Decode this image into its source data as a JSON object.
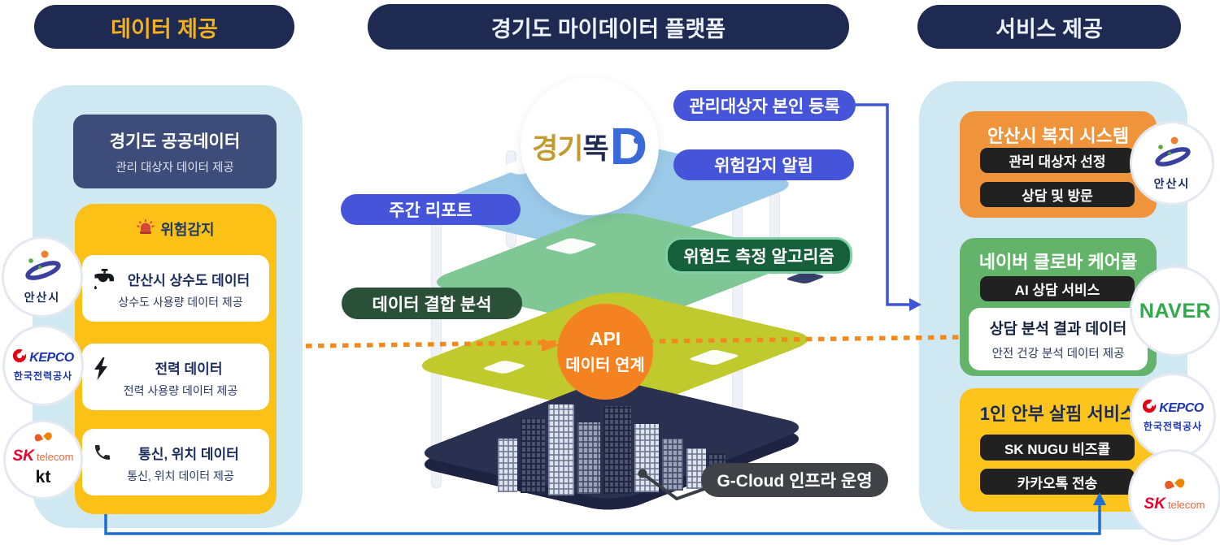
{
  "headers": {
    "left": "데이터 제공",
    "center": "경기도 마이데이터 플랫폼",
    "right": "서비스 제공"
  },
  "left_panel": {
    "public_box": {
      "title": "경기도 공공데이터",
      "subtitle": "관리 대상자 데이터 제공"
    },
    "risk_label": "위험감지",
    "cards": [
      {
        "icon": "faucet-icon",
        "title": "안산시 상수도 데이터",
        "subtitle": "상수도 사용량 데이터 제공"
      },
      {
        "icon": "bolt-icon",
        "title": "전력 데이터",
        "subtitle": "전력 사용량 데이터 제공"
      },
      {
        "icon": "phone-icon",
        "title": "통신, 위치 데이터",
        "subtitle": "통신, 위치 데이터 제공"
      }
    ],
    "logos": {
      "ansan": "안산시",
      "kepco": "KEPCO",
      "kepco_sub": "한국전력공사",
      "sk": "SK",
      "telecom": "telecom",
      "kt": "kt"
    }
  },
  "platform": {
    "logo": {
      "gyeonggi": "경기",
      "ddok": "똑",
      "d": "D"
    },
    "callouts": {
      "register": "관리대상자 본인 등록",
      "alarm": "위험감지 알림",
      "weekly": "주간 리포트",
      "algorithm": "위험도 측정 알고리즘",
      "join": "데이터 결합 분석",
      "gcloud": "G-Cloud 인프라 운영"
    },
    "api": {
      "line1": "API",
      "line2": "데이터 연계"
    }
  },
  "right_panel": {
    "welfare": {
      "title": "안산시 복지 시스템",
      "pill1": "관리 대상자 선정",
      "pill2": "상담 및 방문"
    },
    "carecall": {
      "title": "네이버 클로바 케어콜",
      "pill": "AI 상담 서비스",
      "card_title": "상담 분석 결과 데이터",
      "card_subtitle": "안전 건강 분석 데이터 제공"
    },
    "safety": {
      "title": "1인 안부 살핌 서비스",
      "pill1": "SK NUGU 비즈콜",
      "pill2": "카카오톡 전송"
    },
    "logos": {
      "ansan": "안산시",
      "naver": "NAVER",
      "kepco": "KEPCO",
      "kepco_sub": "한국전력공사",
      "sk": "SK",
      "telecom": "telecom"
    }
  },
  "colors": {
    "header_navy": "#1e2a52",
    "header_gold": "#f5b01e",
    "panel_blue": "#cfe8f2",
    "yellow_box": "#fcc117",
    "royal_blue_pill": "#4554d8",
    "algorithm_green": "#15603a",
    "join_green": "#2a5138",
    "api_orange": "#f58220",
    "gcloud_gray": "#3f4347",
    "welfare_orange": "#f0943c",
    "carecall_green": "#63b46a",
    "safety_yellow": "#fcc41c",
    "layer_blue": "#9bcae8",
    "layer_green": "#7fc795",
    "layer_lime": "#c1ca2d",
    "layer_navy": "#2a3150",
    "connector_blue": "#3d56d8",
    "dotted_orange": "#f08a1e"
  }
}
